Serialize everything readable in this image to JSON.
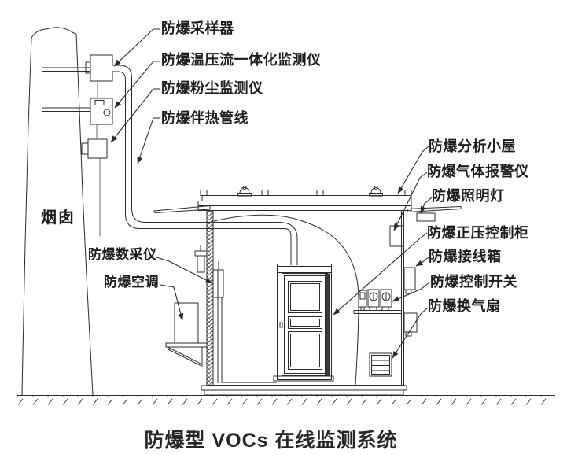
{
  "title": "防爆型 VOCs 在线监测系统",
  "labels": {
    "chimney": "烟囱",
    "sampler": "防爆采样器",
    "tpf_monitor": "防爆温压流一体化监测仪",
    "dust_monitor": "防爆粉尘监测仪",
    "heated_line": "防爆伴热管线",
    "data_logger": "防爆数采仪",
    "air_conditioner": "防爆空调",
    "analysis_house": "防爆分析小屋",
    "gas_alarm": "防爆气体报警仪",
    "lighting": "防爆照明灯",
    "pressure_cabinet": "防爆正压控制柜",
    "junction_box": "防爆接线箱",
    "control_switch": "防爆控制开关",
    "ventilation_fan": "防爆换气扇"
  },
  "colors": {
    "line": "#2b2b2b",
    "background": "#ffffff",
    "text": "#1c1c1c"
  }
}
